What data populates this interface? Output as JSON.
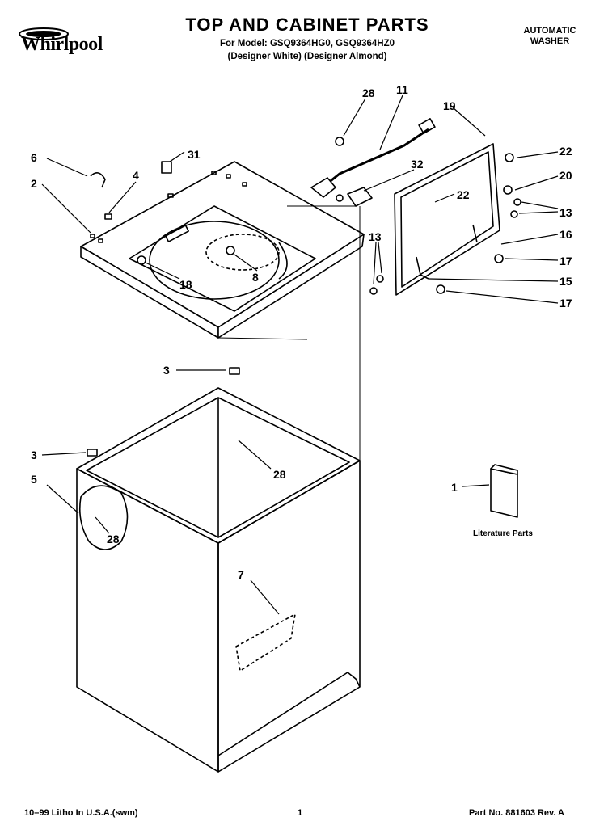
{
  "header": {
    "brand": "Whirlpool",
    "title": "TOP AND CABINET PARTS",
    "model_line": "For Model: GSQ9364HG0, GSQ9364HZ0",
    "variant_line": "(Designer White) (Designer Almond)",
    "appliance_type_line1": "AUTOMATIC",
    "appliance_type_line2": "WASHER"
  },
  "callouts": [
    "6",
    "31",
    "4",
    "2",
    "28",
    "11",
    "32",
    "22",
    "19",
    "22",
    "20",
    "13",
    "16",
    "13",
    "17",
    "15",
    "17",
    "8",
    "18",
    "3",
    "3",
    "28",
    "5",
    "28",
    "1",
    "7"
  ],
  "literature_label": "Literature Parts",
  "footer": {
    "left": "10–99 Litho In U.S.A.(swm)",
    "center": "1",
    "right": "Part No. 881603 Rev. A"
  }
}
